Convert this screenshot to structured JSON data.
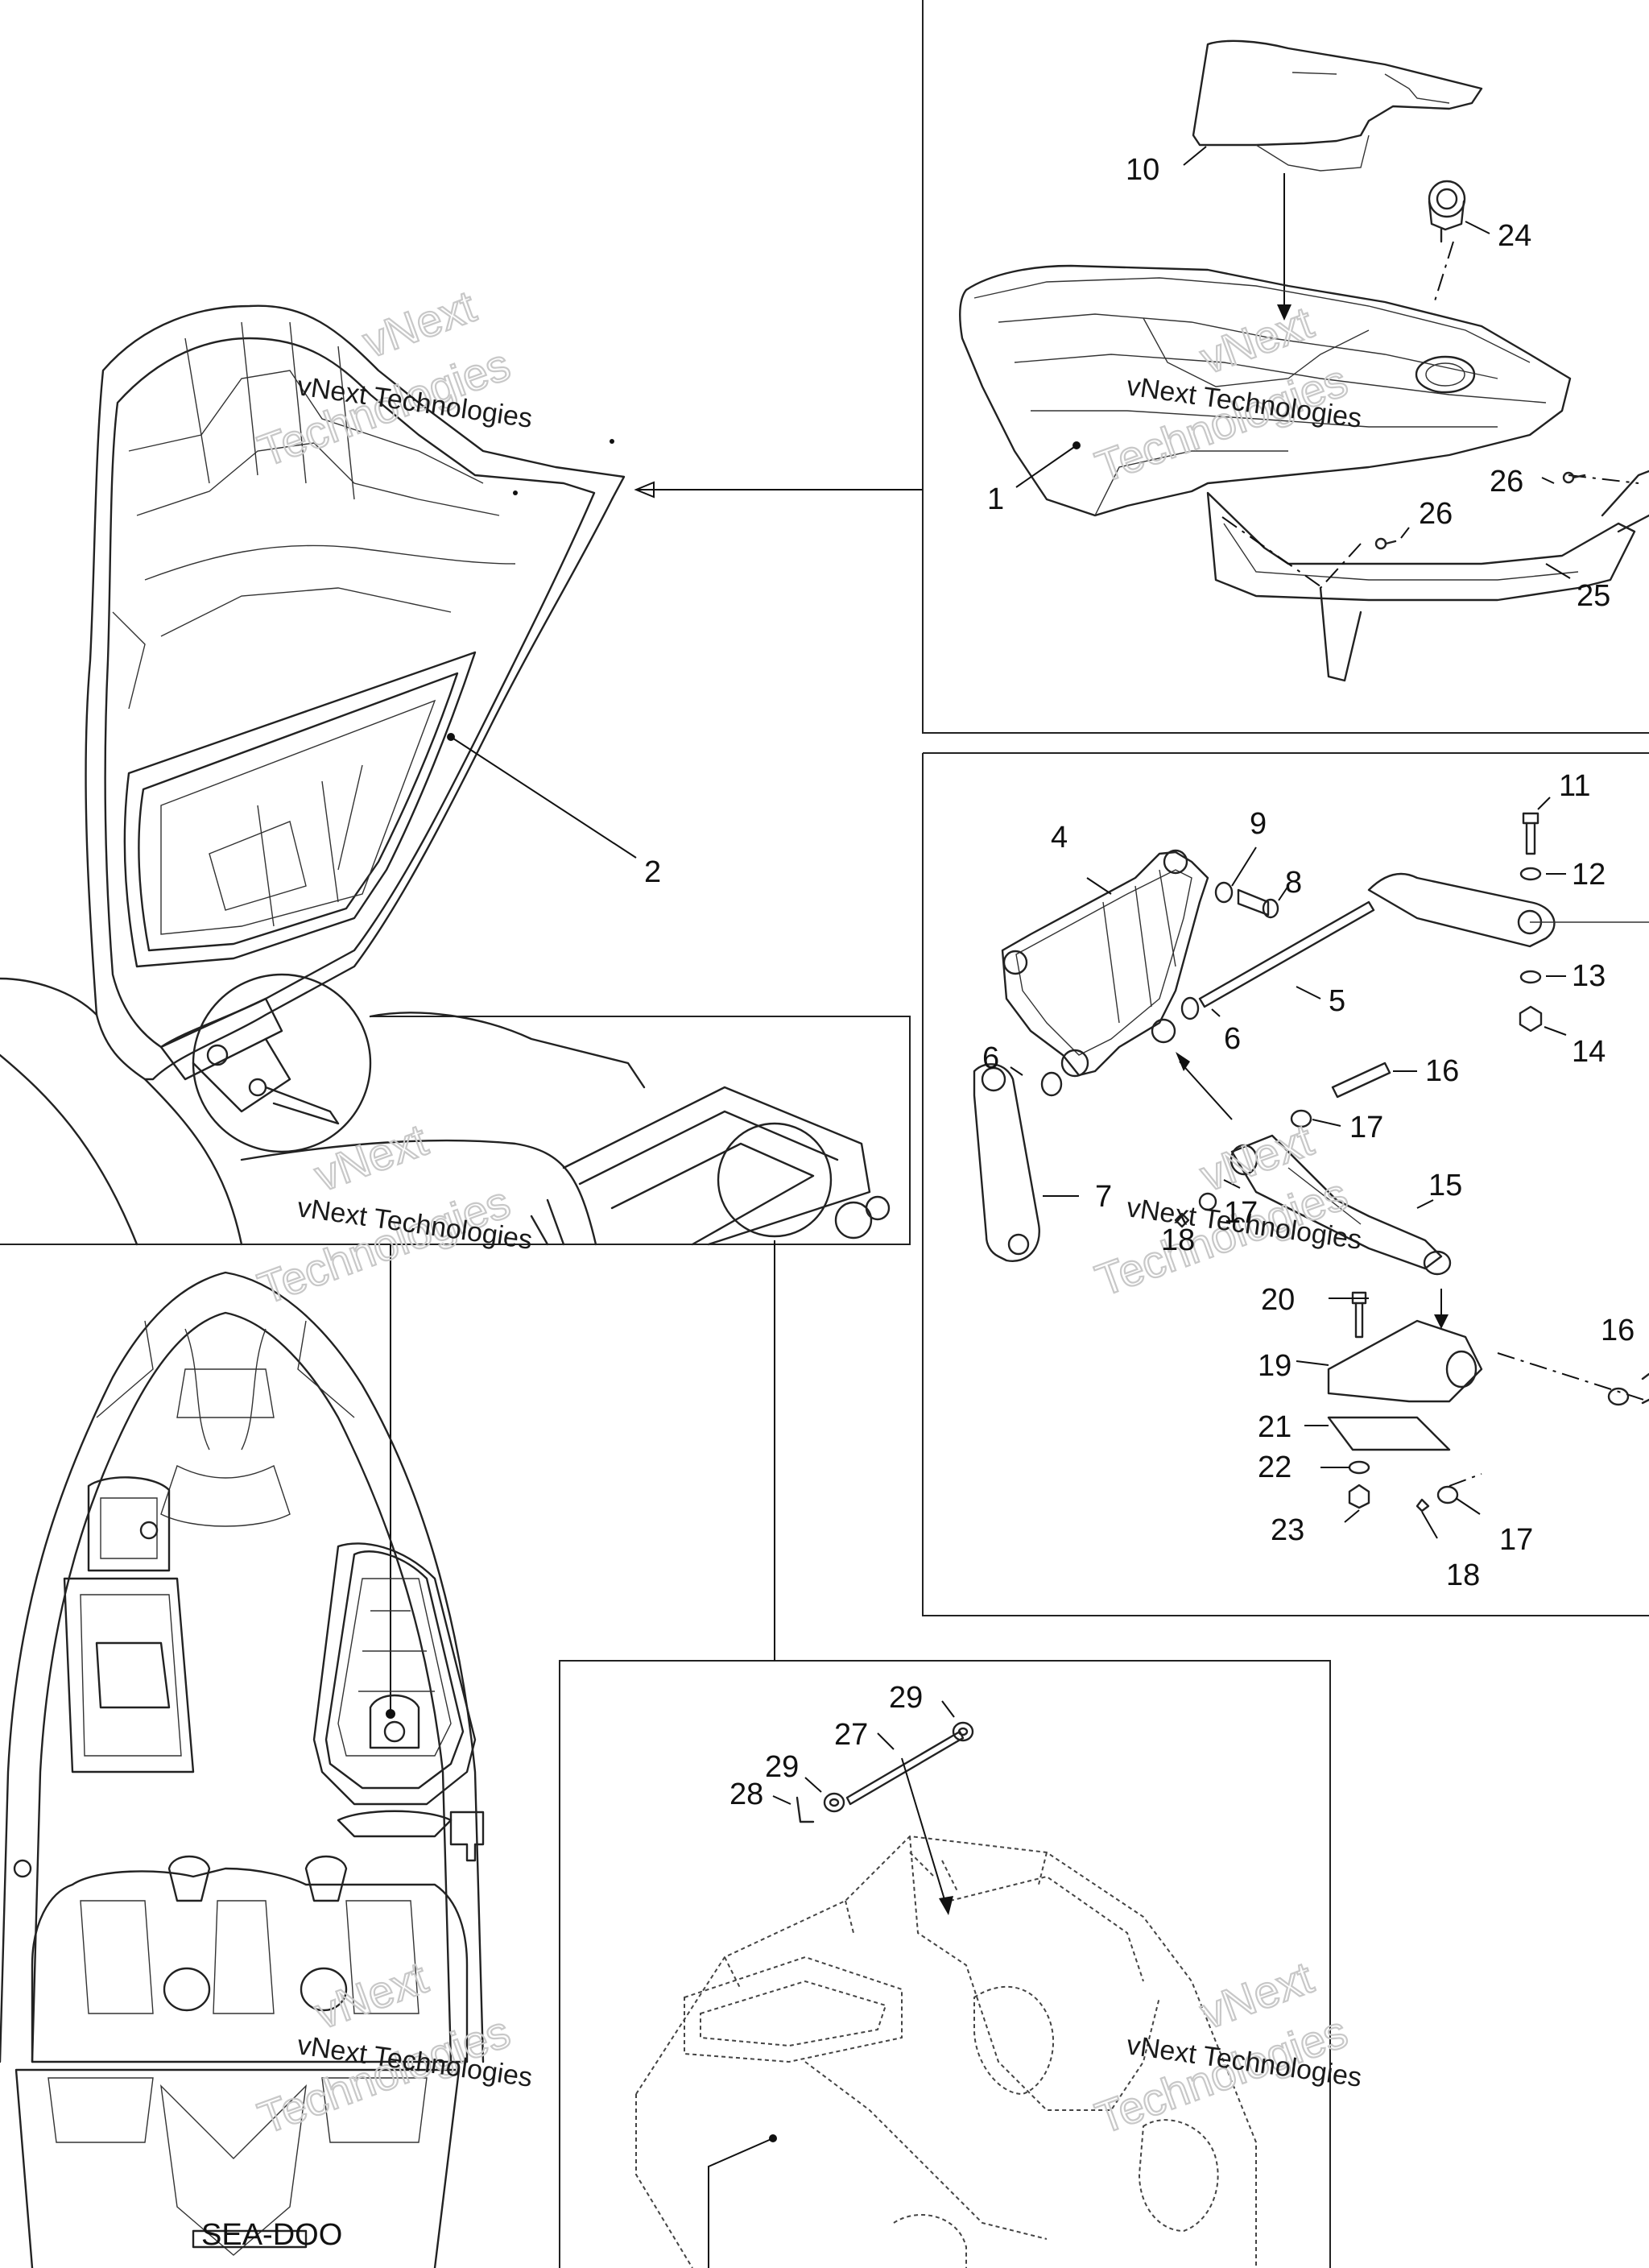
{
  "watermark": {
    "line_text": "vNext Technologies",
    "big_top": "vNext",
    "big_bottom": "Technologies"
  },
  "callouts": [
    {
      "id": "c10",
      "label": "10"
    },
    {
      "id": "c24",
      "label": "24"
    },
    {
      "id": "c1",
      "label": "1"
    },
    {
      "id": "c26a",
      "label": "26"
    },
    {
      "id": "c26b",
      "label": "26"
    },
    {
      "id": "c25",
      "label": "25"
    },
    {
      "id": "c2",
      "label": "2"
    },
    {
      "id": "c4",
      "label": "4"
    },
    {
      "id": "c9",
      "label": "9"
    },
    {
      "id": "c8",
      "label": "8"
    },
    {
      "id": "c11",
      "label": "11"
    },
    {
      "id": "c12",
      "label": "12"
    },
    {
      "id": "c5",
      "label": "5"
    },
    {
      "id": "c13",
      "label": "13"
    },
    {
      "id": "c14",
      "label": "14"
    },
    {
      "id": "c6a",
      "label": "6"
    },
    {
      "id": "c6b",
      "label": "6"
    },
    {
      "id": "c16a",
      "label": "16"
    },
    {
      "id": "c17a",
      "label": "17"
    },
    {
      "id": "c7",
      "label": "7"
    },
    {
      "id": "c17b",
      "label": "17"
    },
    {
      "id": "c18a",
      "label": "18"
    },
    {
      "id": "c15",
      "label": "15"
    },
    {
      "id": "c20",
      "label": "20"
    },
    {
      "id": "c16b",
      "label": "16"
    },
    {
      "id": "c19",
      "label": "19"
    },
    {
      "id": "c21",
      "label": "21"
    },
    {
      "id": "c22",
      "label": "22"
    },
    {
      "id": "c23",
      "label": "23"
    },
    {
      "id": "c17c",
      "label": "17"
    },
    {
      "id": "c18b",
      "label": "18"
    },
    {
      "id": "c29a",
      "label": "29"
    },
    {
      "id": "c27",
      "label": "27"
    },
    {
      "id": "c29b",
      "label": "29"
    },
    {
      "id": "c28",
      "label": "28"
    }
  ],
  "brand_mark": "SEA-DOO"
}
